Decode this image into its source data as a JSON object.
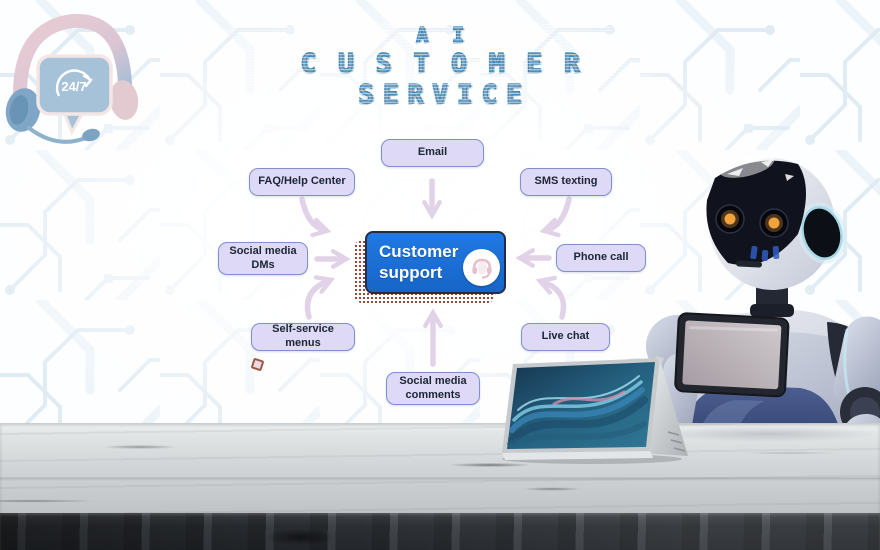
{
  "title": {
    "line1": "AI",
    "line2": "CUSTOMER",
    "line3": "SERVICE"
  },
  "badge": {
    "label": "24/7",
    "icon": "headset-speech-bubble-icon"
  },
  "diagram": {
    "center": {
      "label": "Customer support",
      "icon": "support-agent-headset-icon"
    },
    "channels": [
      {
        "label": "Email",
        "position": "top-center"
      },
      {
        "label": "FAQ/Help Center",
        "position": "top-left"
      },
      {
        "label": "SMS texting",
        "position": "top-right"
      },
      {
        "label": "Social media DMs",
        "position": "mid-left"
      },
      {
        "label": "Phone call",
        "position": "mid-right"
      },
      {
        "label": "Self-service menus",
        "position": "bottom-left"
      },
      {
        "label": "Live chat",
        "position": "bottom-right"
      },
      {
        "label": "Social media comments",
        "position": "bottom-center"
      }
    ]
  },
  "illustrations": [
    "humanoid-robot-with-chest-tablet",
    "convertible-laptop-tent-mode",
    "wooden-desk"
  ],
  "colors": {
    "center_fill": "#1a70d6",
    "center_text": "#ffffff",
    "channel_fill": "#ded9f6",
    "channel_border": "#7f90cd",
    "channel_text": "#1c2535",
    "arrow": "#e2d2e8",
    "title_blue": "#4a8ab8",
    "halftone_shadow": "#96483a",
    "background": "#ffffff"
  }
}
